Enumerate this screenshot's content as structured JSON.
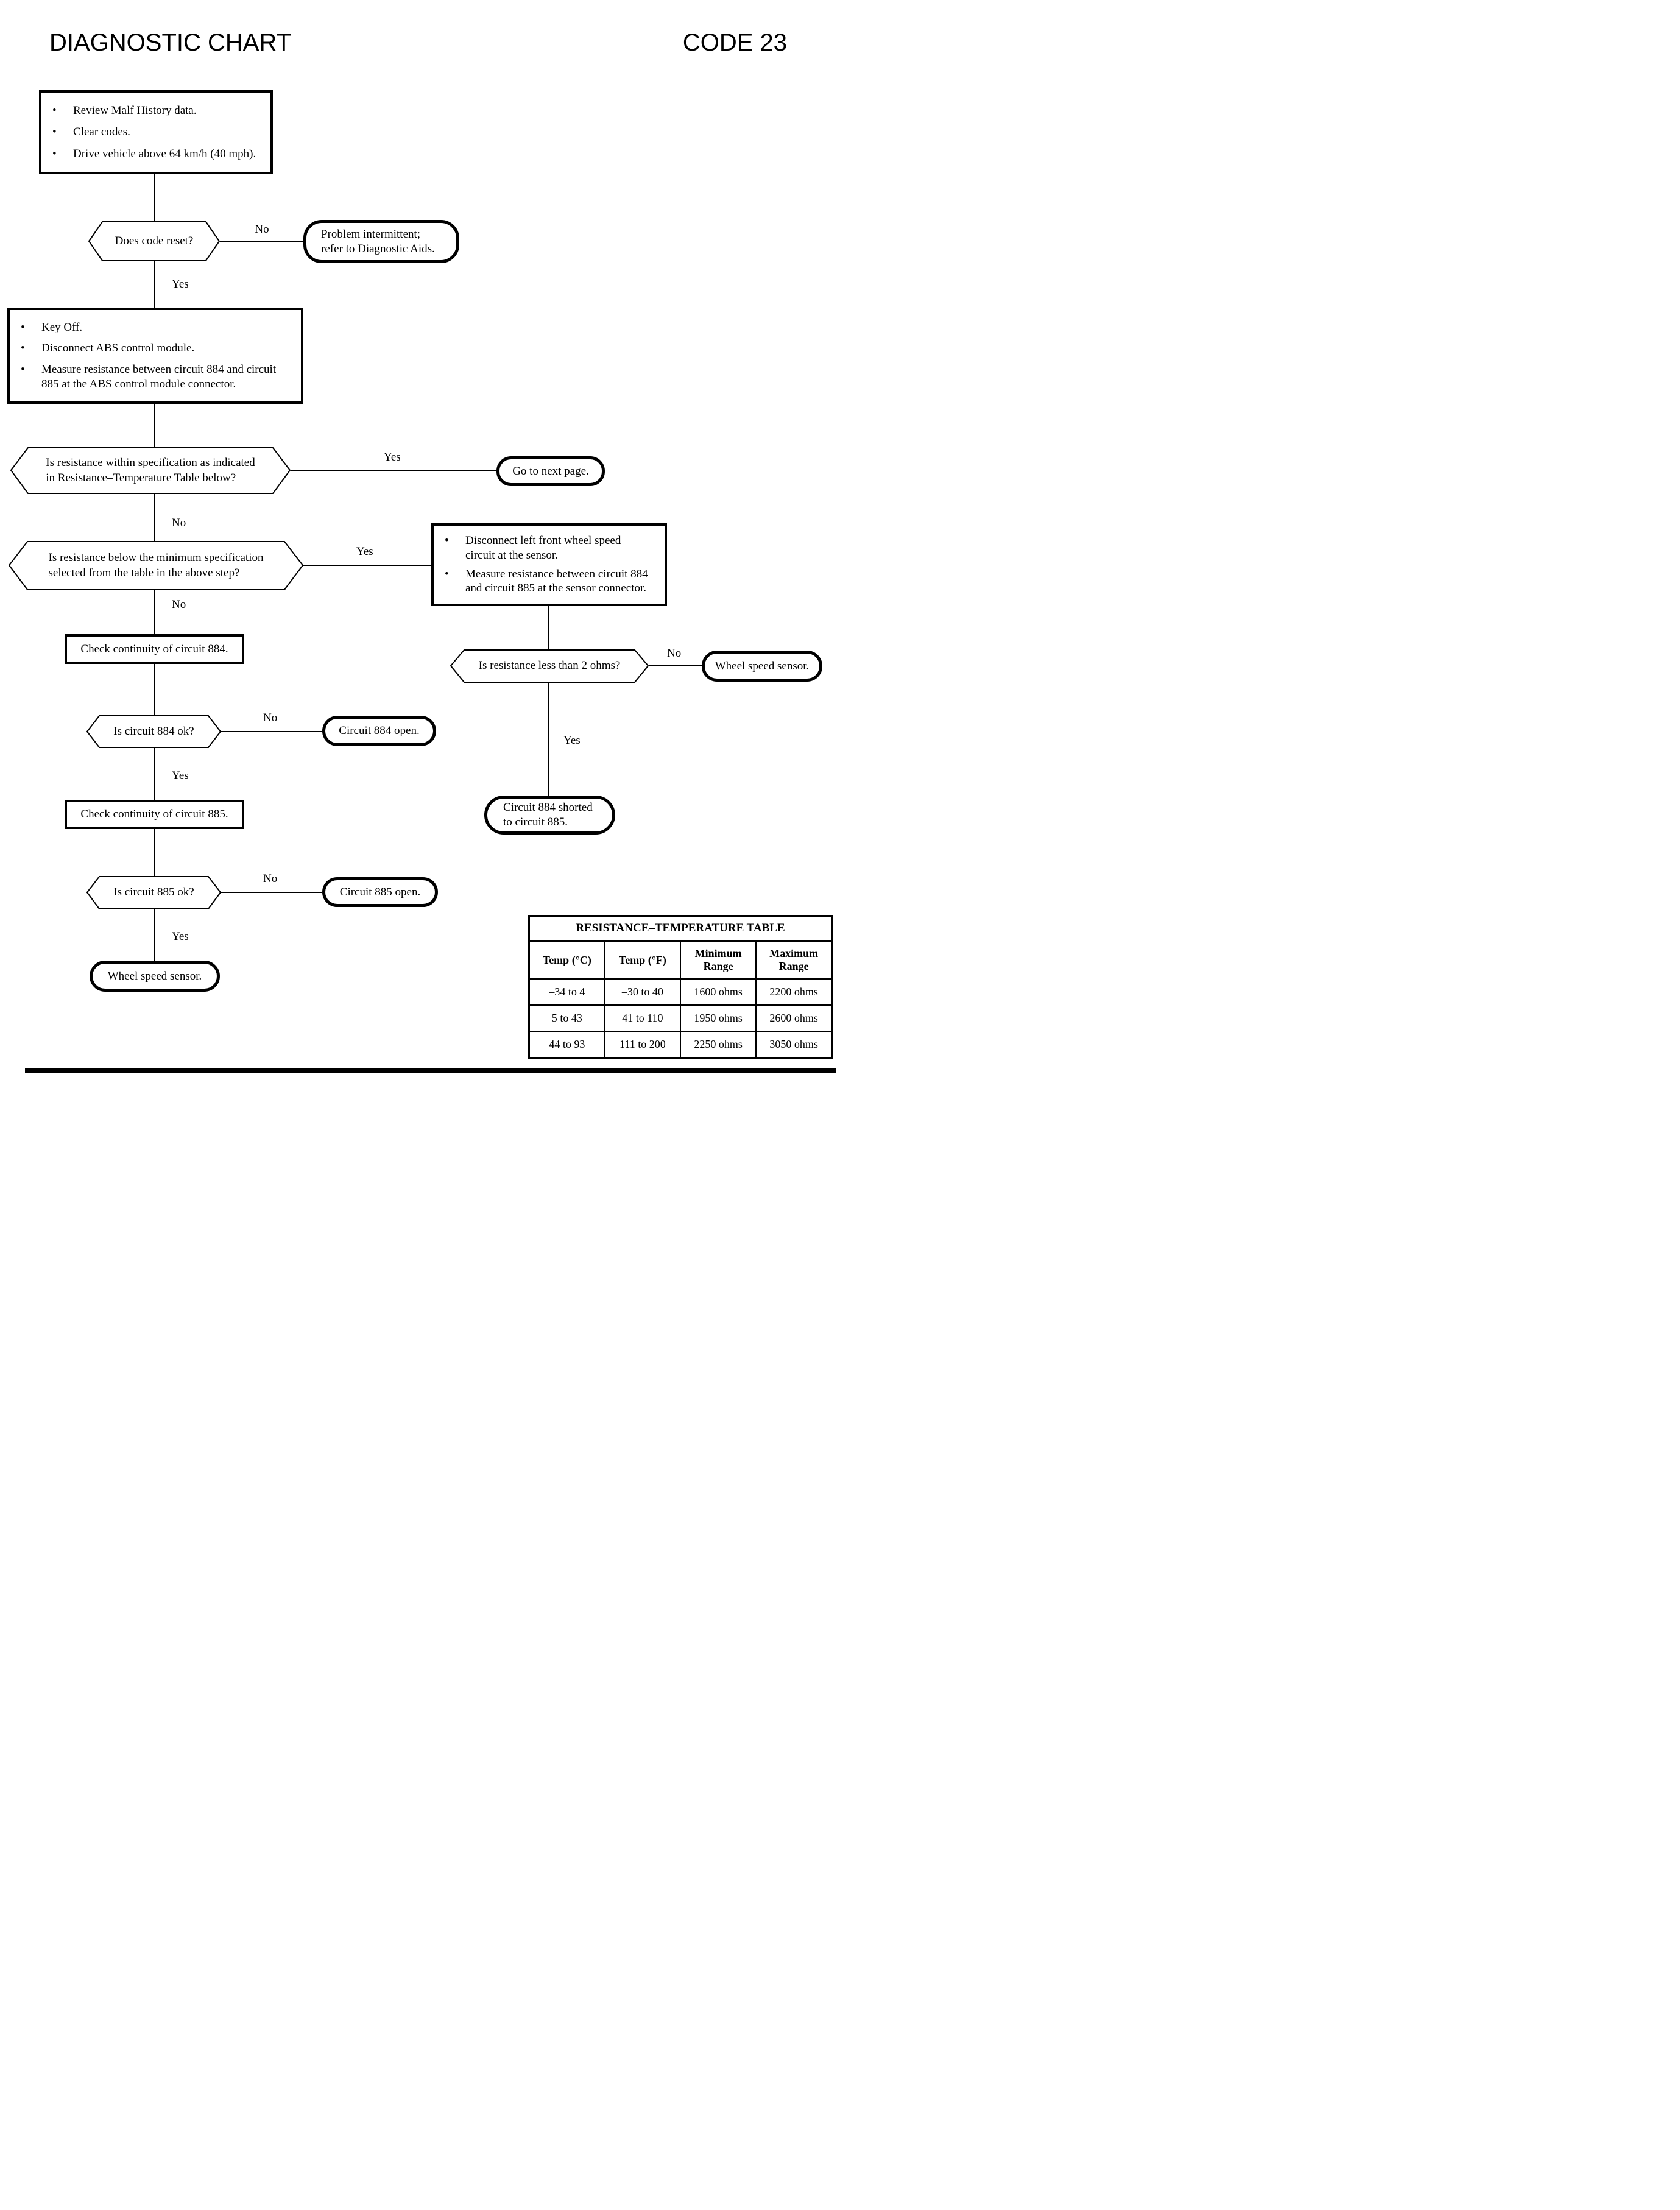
{
  "header": {
    "title": "DIAGNOSTIC CHART",
    "code": "CODE 23"
  },
  "labels": {
    "yes": "Yes",
    "no": "No",
    "bullet": "•"
  },
  "flow": {
    "start": {
      "bullets": [
        "Review Malf History data.",
        "Clear codes.",
        "Drive vehicle above 64 km/h (40 mph)."
      ]
    },
    "q_code_reset": "Does code reset?",
    "t_intermittent": "Problem intermittent;\nrefer to Diagnostic Aids.",
    "key_off_box": {
      "bullets": [
        "Key Off.",
        "Disconnect ABS control module.",
        "Measure resistance between circuit 884 and circuit\n885 at the ABS control module connector."
      ]
    },
    "q_within_spec": "Is resistance within specification as indicated\nin Resistance–Temperature Table below?",
    "t_next_page": "Go to next page.",
    "q_below_minimum": "Is resistance below the minimum specification\nselected from the table in the above step?",
    "sensor_box": {
      "bullets": [
        "Disconnect left front wheel speed\ncircuit at the sensor.",
        "Measure resistance between circuit 884\nand circuit 885 at the sensor connector."
      ]
    },
    "check_884": "Check continuity of circuit 884.",
    "q_less_2_ohms": "Is resistance less than 2 ohms?",
    "t_wheel_sensor_right": "Wheel speed sensor.",
    "t_884_shorted": "Circuit 884 shorted\nto circuit 885.",
    "q_884_ok": "Is circuit 884 ok?",
    "t_884_open": "Circuit 884 open.",
    "check_885": "Check continuity of circuit 885.",
    "q_885_ok": "Is circuit 885 ok?",
    "t_885_open": "Circuit 885 open.",
    "t_wheel_sensor_bottom": "Wheel speed sensor."
  },
  "table": {
    "title": "RESISTANCE–TEMPERATURE TABLE",
    "headers": [
      "Temp (°C)",
      "Temp (°F)",
      "Minimum\nRange",
      "Maximum\nRange"
    ],
    "rows": [
      [
        "–34 to 4",
        "–30 to 40",
        "1600 ohms",
        "2200 ohms"
      ],
      [
        "5 to 43",
        "41 to 110",
        "1950 ohms",
        "2600 ohms"
      ],
      [
        "44 to 93",
        "111 to 200",
        "2250 ohms",
        "3050 ohms"
      ]
    ]
  }
}
